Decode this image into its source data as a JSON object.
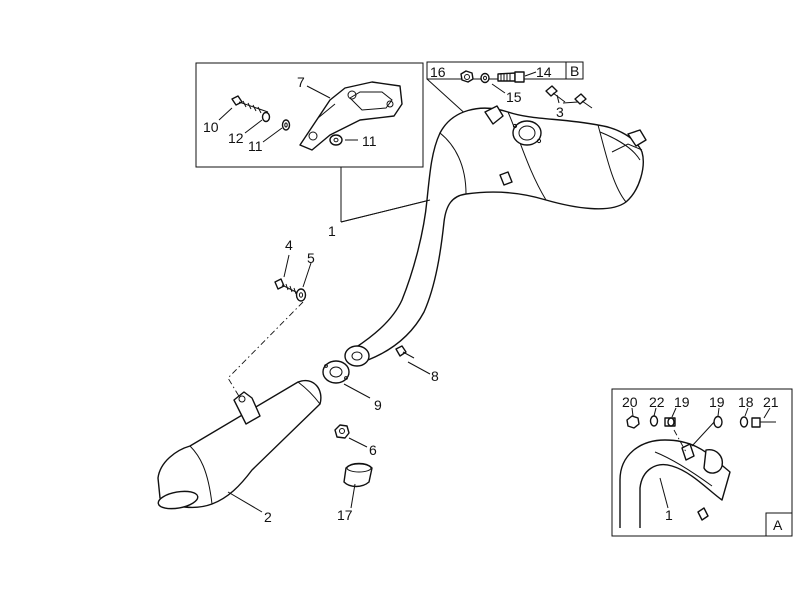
{
  "callouts": {
    "c1": "1",
    "c2": "2",
    "c3": "3",
    "c4": "4",
    "c5": "5",
    "c6": "6",
    "c7": "7",
    "c8": "8",
    "c9": "9",
    "c10": "10",
    "c11a": "11",
    "c11b": "11",
    "c12": "12",
    "c14": "14",
    "c15": "15",
    "c16": "16",
    "c17": "17",
    "a20": "20",
    "a22": "22",
    "a19a": "19",
    "a19b": "19",
    "a18": "18",
    "a21": "21",
    "a1": "1"
  },
  "labels": {
    "box_b": "B",
    "box_a": "A"
  }
}
